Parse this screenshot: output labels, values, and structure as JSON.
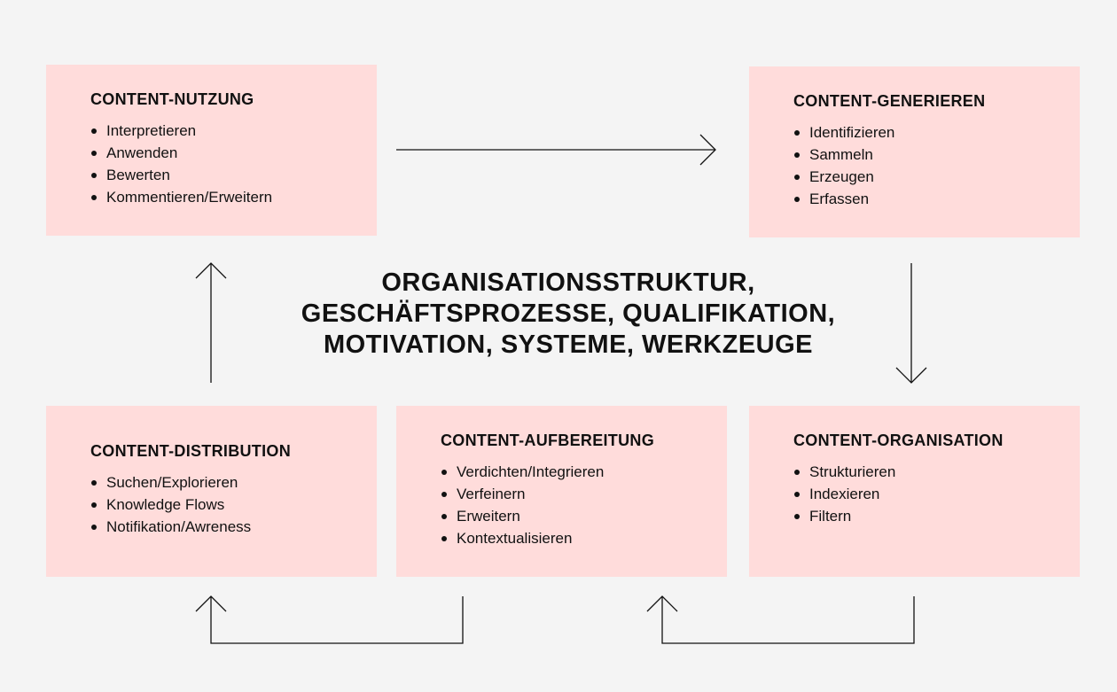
{
  "boxes": {
    "nutzung": {
      "title": "CONTENT-NUTZUNG",
      "items": [
        "Interpretieren",
        "Anwenden",
        "Bewerten",
        "Kommentieren/Erweitern"
      ]
    },
    "generieren": {
      "title": "CONTENT-GENERIEREN",
      "items": [
        "Identifizieren",
        "Sammeln",
        "Erzeugen",
        "Erfassen"
      ]
    },
    "distribution": {
      "title": "CONTENT-DISTRIBUTION",
      "items": [
        "Suchen/Explorieren",
        "Knowledge Flows",
        "Notifikation/Awreness"
      ]
    },
    "aufbereitung": {
      "title": "CONTENT-AUFBEREITUNG",
      "items": [
        "Verdichten/Integrieren",
        "Verfeinern",
        "Erweitern",
        "Kontextualisieren"
      ]
    },
    "organisation": {
      "title": "CONTENT-ORGANISATION",
      "items": [
        "Strukturieren",
        "Indexieren",
        "Filtern"
      ]
    }
  },
  "center": {
    "lines": [
      "ORGANISATIONSSTRUKTUR,",
      "GESCHÄFTSPROZESSE, QUALIFIKATION,",
      "MOTIVATION, SYSTEME, WERKZEUGE"
    ]
  },
  "colors": {
    "background": "#f4f4f4",
    "box_fill": "#ffdcdb",
    "text": "#111111"
  }
}
